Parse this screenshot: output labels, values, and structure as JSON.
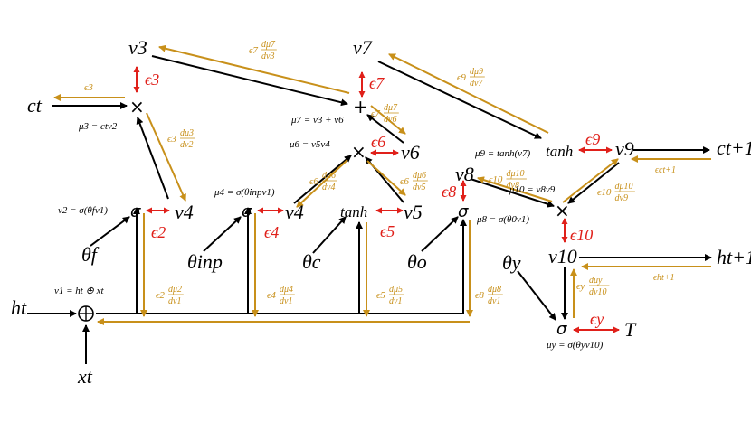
{
  "colors": {
    "forward": "#000000",
    "backward": "#c8901a",
    "error": "#e0201a"
  },
  "nodes": {
    "v3": "v3",
    "v7": "v7",
    "ct": "ct",
    "ct1": "ct+1",
    "v6": "v6",
    "v9": "v9",
    "v8": "v8",
    "v4a": "v4",
    "v4b": "v4",
    "v5": "v5",
    "v10": "v10",
    "ht": "ht",
    "ht1": "ht+1",
    "xt": "xt",
    "T": "T",
    "tanh_a": "tanh",
    "tanh_b": "tanh"
  },
  "params": {
    "theta_f": "θf",
    "theta_inp": "θinp",
    "theta_c": "θc",
    "theta_o": "θo",
    "theta_y": "θy"
  },
  "equations": {
    "mu3": "μ3 = ctv2",
    "mu7": "μ7 = v3 + v6",
    "mu6": "μ6 = v5v4",
    "mu9": "μ9 = tanh(v7)",
    "mu10": "μ10 = v8v9",
    "mu8": "μ8 = σ(θ0v1)",
    "v2": "v2 = σ(θfv1)",
    "mu4": "μ4 = σ(θinpv1)",
    "v1": "v1 = ht ⊕ xt",
    "muy": "μy = σ(θyv10)"
  },
  "errors": {
    "e2": "ϵ2",
    "e3": "ϵ3",
    "e4": "ϵ4",
    "e5": "ϵ5",
    "e6": "ϵ6",
    "e7": "ϵ7",
    "e8": "ϵ8",
    "e9": "ϵ9",
    "e10": "ϵ10",
    "ey": "ϵy"
  },
  "backward_labels": {
    "e3": "ϵ3",
    "ect1": "ϵct+1",
    "eht1": "ϵht+1",
    "g7_3": {
      "coef": "ϵ7",
      "num": "dμ7",
      "den": "dv3"
    },
    "g9_7": {
      "coef": "ϵ9",
      "num": "dμ9",
      "den": "dv7"
    },
    "g7_6": {
      "coef": "ϵ7",
      "num": "dμ7",
      "den": "dv6"
    },
    "g3_2": {
      "coef": "ϵ3",
      "num": "dμ3",
      "den": "dv2"
    },
    "g6_4": {
      "coef": "ϵ6",
      "num": "dμ6",
      "den": "dv4"
    },
    "g6_5": {
      "coef": "ϵ6",
      "num": "dμ6",
      "den": "dv5"
    },
    "g10_8": {
      "coef": "ϵ10",
      "num": "dμ10",
      "den": "dv8"
    },
    "g10_9": {
      "coef": "ϵ10",
      "num": "dμ10",
      "den": "dv9"
    },
    "g2_1": {
      "coef": "ϵ2",
      "num": "dμ2",
      "den": "dv1"
    },
    "g4_1": {
      "coef": "ϵ4",
      "num": "dμ4",
      "den": "dv1"
    },
    "g5_1": {
      "coef": "ϵ5",
      "num": "dμ5",
      "den": "dv1"
    },
    "g8_1": {
      "coef": "ϵ8",
      "num": "dμ8",
      "den": "dv1"
    },
    "gy_10": {
      "coef": "ϵy",
      "num": "dμy",
      "den": "dv10"
    }
  }
}
